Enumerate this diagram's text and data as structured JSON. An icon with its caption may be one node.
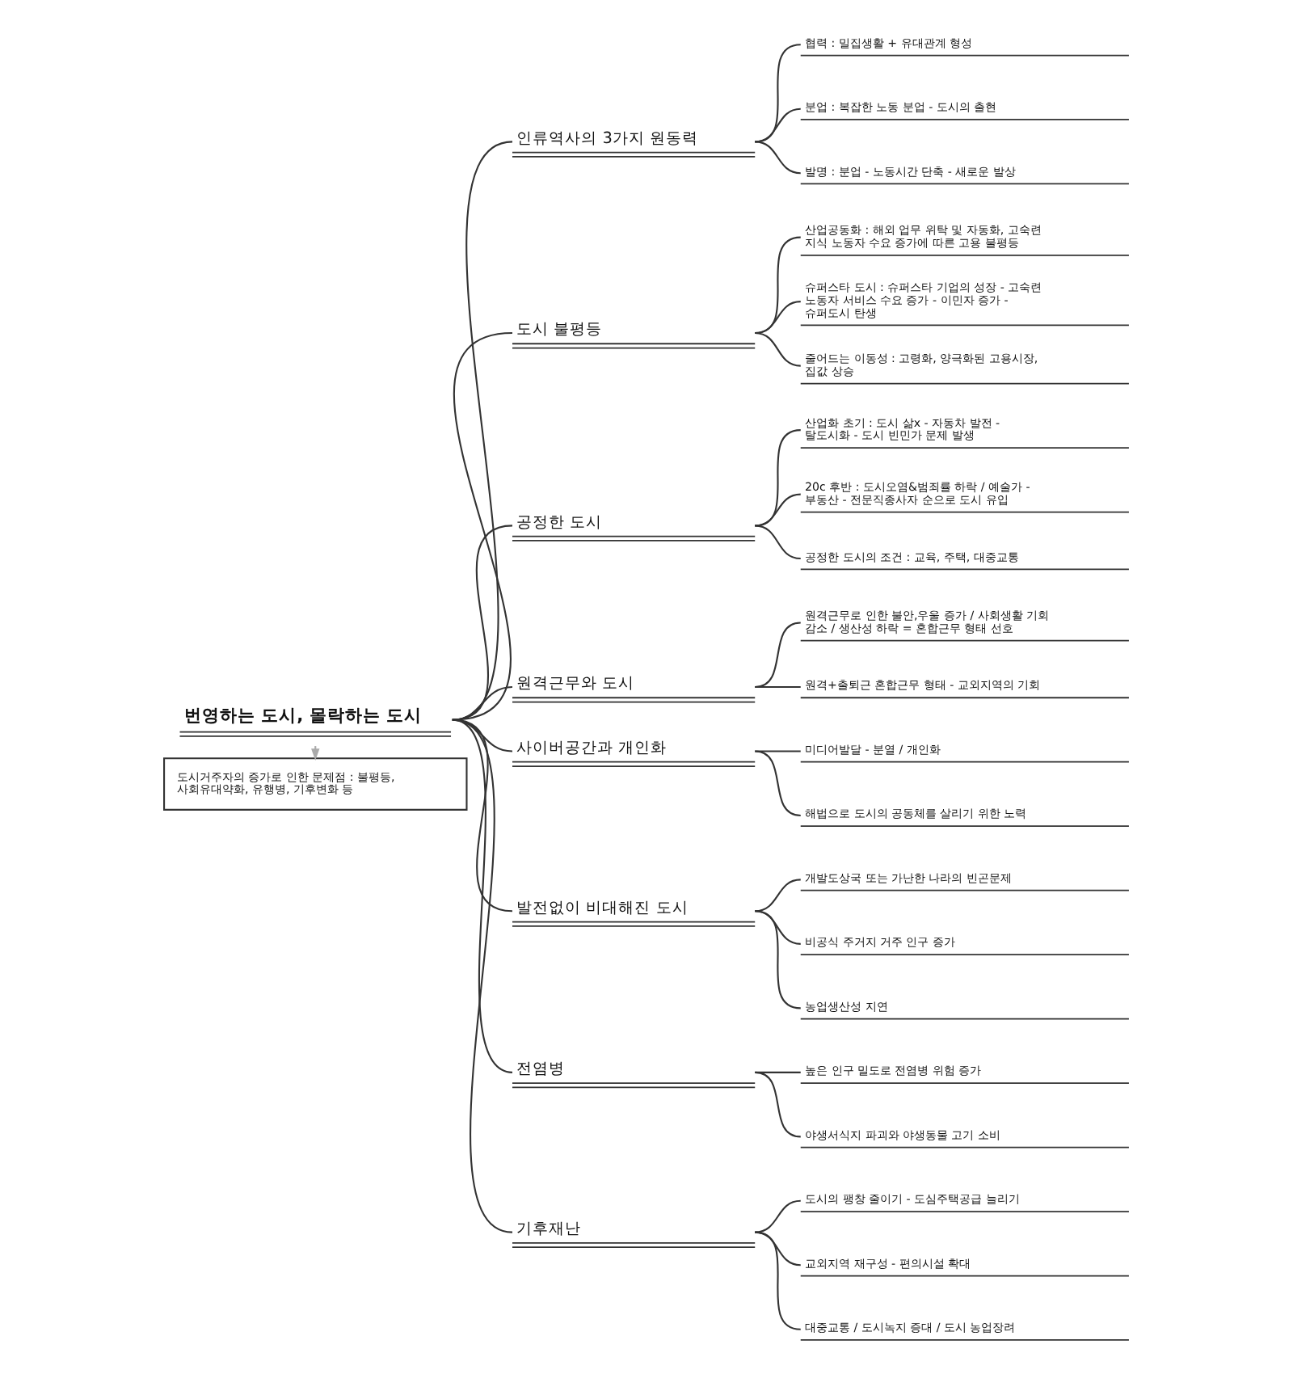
{
  "diagram": {
    "nodes": [
      {
        "text": [
          "번영하는 도시, 몰락하는 도시"
        ]
      },
      {
        "text": [
          "도시거주자의 증가로 인한 문제점 : 불평등, 사회유대약화, 유행병, 기후변화 등"
        ]
      },
      {
        "text": [
          "인류역사의 3가지 원동력"
        ]
      },
      {
        "text": [
          "협력 : 밀집생활 + 유대관계 형성"
        ]
      },
      {
        "text": [
          "분업 : 복잡한 노동 분업 - 도시의 출현"
        ]
      },
      {
        "text": [
          "발명 : 분업 - 노동시간 단축 - 새로운 발상"
        ]
      },
      {
        "text": [
          "도시 불평등"
        ]
      },
      {
        "text": [
          "산업공동화 : 해외 업무 위탁 및 자동화, 고숙련 지식 노동자 수요 증가에 따른 고용 불평등"
        ]
      },
      {
        "text": [
          "슈퍼스타 도시 : 슈퍼스타 기업의 성장 - 고숙련 노동자 서비스 수요 증가 - 이민자 증가 - 슈퍼도시 탄생"
        ]
      },
      {
        "text": [
          "줄어드는 이동성 : 고령화, 양극화된 고용시장, 집값 상승"
        ]
      },
      {
        "text": [
          "공정한 도시"
        ]
      },
      {
        "text": [
          "산업화 초기 : 도시 삶x - 자동차 발전 - 탈도시화 - 도시 빈민가 문제 발생"
        ]
      },
      {
        "text": [
          "20c 후반 : 도시오염&범죄률 하락 / 예술가 - 부동산 - 전문직종사자 순으로 도시 유입"
        ]
      },
      {
        "text": [
          "공정한 도시의 조건 : 교육, 주택, 대중교통"
        ]
      },
      {
        "text": [
          "원격근무와 도시"
        ]
      },
      {
        "text": [
          "원격근무로 인한 불안,우울 증가 / 사회생활 기회 감소 / 생산성 하락 = 혼합근무 형태 선호"
        ]
      },
      {
        "text": [
          "원격+출퇴근 혼합근무 형태 - 교외지역의 기회"
        ]
      },
      {
        "text": [
          "사이버공간과 개인화"
        ]
      },
      {
        "text": [
          "미디어발달 - 분열 / 개인화"
        ]
      },
      {
        "text": [
          "해법으로 도시의 공동체를 살리기 위한 노력"
        ]
      },
      {
        "text": [
          "발전없이 비대해진 도시"
        ]
      },
      {
        "text": [
          "개발도상국 또는 가난한 나라의 빈곤문제"
        ]
      },
      {
        "text": [
          "비공식 주거지 거주 인구 증가"
        ]
      },
      {
        "text": [
          "농업생산성 지연"
        ]
      },
      {
        "text": [
          "전염병"
        ]
      },
      {
        "text": [
          "높은 인구 밀도로 전염병 위험 증가"
        ]
      },
      {
        "text": [
          "야생서식지 파괴와 야생동물 고기 소비"
        ]
      },
      {
        "text": [
          "기후재난"
        ]
      },
      {
        "text": [
          "도시의 팽창 줄이기 - 도심주택공급 늘리기"
        ]
      },
      {
        "text": [
          "교외지역 재구성 - 편의시설 확대"
        ]
      },
      {
        "text": [
          "대중교통 / 도시녹지 증대 / 도시 농업장려"
        ]
      }
    ],
    "edges": [
      {
        "from": 0,
        "to": 1,
        "arrow": "to",
        "style": "dashed",
        "color": "#aaaaaa"
      },
      {
        "from": 0,
        "to": 2,
        "arrow": "none"
      },
      {
        "from": 2,
        "to": 3,
        "arrow": "none"
      },
      {
        "from": 2,
        "to": 4,
        "arrow": "none"
      },
      {
        "from": 2,
        "to": 5,
        "arrow": "none"
      },
      {
        "from": 0,
        "to": 6,
        "arrow": "none"
      },
      {
        "from": 6,
        "to": 7,
        "arrow": "none"
      },
      {
        "from": 6,
        "to": 8,
        "arrow": "none"
      },
      {
        "from": 6,
        "to": 9,
        "arrow": "none"
      },
      {
        "from": 0,
        "to": 10,
        "arrow": "none"
      },
      {
        "from": 10,
        "to": 11,
        "arrow": "none"
      },
      {
        "from": 10,
        "to": 12,
        "arrow": "none"
      },
      {
        "from": 10,
        "to": 13,
        "arrow": "none"
      },
      {
        "from": 0,
        "to": 14,
        "arrow": "none"
      },
      {
        "from": 14,
        "to": 15,
        "arrow": "none"
      },
      {
        "from": 14,
        "to": 16,
        "arrow": "none"
      },
      {
        "from": 0,
        "to": 17,
        "arrow": "none"
      },
      {
        "from": 17,
        "to": 18,
        "arrow": "none"
      },
      {
        "from": 17,
        "to": 19,
        "arrow": "none"
      },
      {
        "from": 0,
        "to": 20,
        "arrow": "none"
      },
      {
        "from": 20,
        "to": 21,
        "arrow": "none"
      },
      {
        "from": 20,
        "to": 22,
        "arrow": "none"
      },
      {
        "from": 20,
        "to": 23,
        "arrow": "none"
      },
      {
        "from": 0,
        "to": 24,
        "arrow": "none"
      },
      {
        "from": 24,
        "to": 25,
        "arrow": "none"
      },
      {
        "from": 24,
        "to": 26,
        "arrow": "none"
      },
      {
        "from": 0,
        "to": 27,
        "arrow": "none"
      },
      {
        "from": 27,
        "to": 28,
        "arrow": "none"
      },
      {
        "from": 27,
        "to": 29,
        "arrow": "none"
      },
      {
        "from": 27,
        "to": 30,
        "arrow": "none"
      }
    ]
  }
}
